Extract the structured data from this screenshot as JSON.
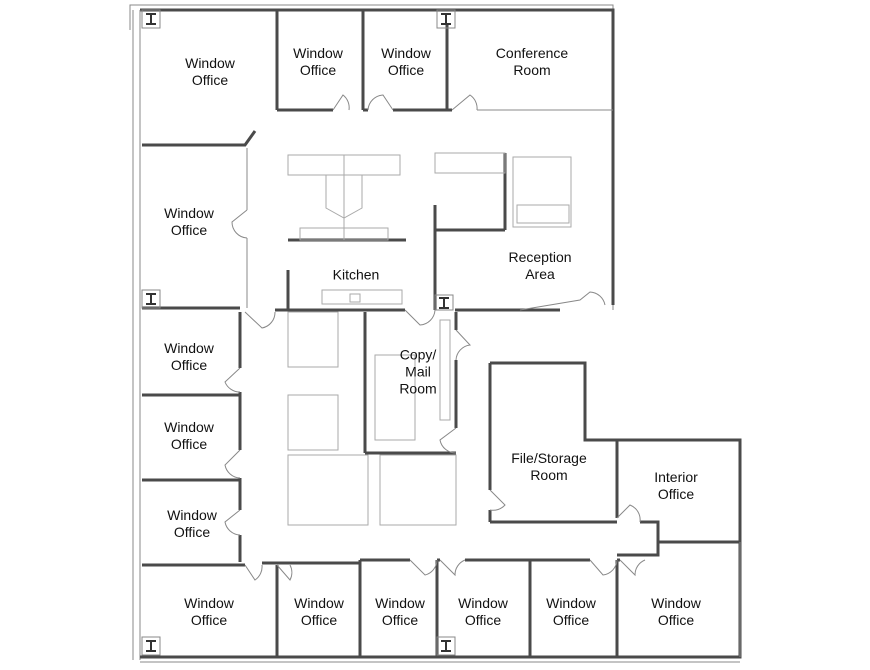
{
  "rooms": [
    {
      "id": "window-office-nw",
      "lines": [
        "Window",
        "Office"
      ]
    },
    {
      "id": "window-office-top-2",
      "lines": [
        "Window",
        "Office"
      ]
    },
    {
      "id": "window-office-top-3",
      "lines": [
        "Window",
        "Office"
      ]
    },
    {
      "id": "conference-room",
      "lines": [
        "Conference",
        "Room"
      ]
    },
    {
      "id": "window-office-west-1",
      "lines": [
        "Window",
        "Office"
      ]
    },
    {
      "id": "kitchen",
      "lines": [
        "Kitchen"
      ]
    },
    {
      "id": "reception-area",
      "lines": [
        "Reception",
        "Area"
      ]
    },
    {
      "id": "window-office-west-2",
      "lines": [
        "Window",
        "Office"
      ]
    },
    {
      "id": "copy-mail-room",
      "lines": [
        "Copy/",
        "Mail",
        "Room"
      ]
    },
    {
      "id": "window-office-west-3",
      "lines": [
        "Window",
        "Office"
      ]
    },
    {
      "id": "file-storage-room",
      "lines": [
        "File/Storage",
        "Room"
      ]
    },
    {
      "id": "interior-office",
      "lines": [
        "Interior",
        "Office"
      ]
    },
    {
      "id": "window-office-west-4",
      "lines": [
        "Window",
        "Office"
      ]
    },
    {
      "id": "window-office-bottom-1",
      "lines": [
        "Window",
        "Office"
      ]
    },
    {
      "id": "window-office-bottom-2",
      "lines": [
        "Window",
        "Office"
      ]
    },
    {
      "id": "window-office-bottom-3",
      "lines": [
        "Window",
        "Office"
      ]
    },
    {
      "id": "window-office-bottom-4",
      "lines": [
        "Window",
        "Office"
      ]
    },
    {
      "id": "window-office-bottom-5",
      "lines": [
        "Window",
        "Office"
      ]
    },
    {
      "id": "window-office-bottom-6",
      "lines": [
        "Window",
        "Office"
      ]
    }
  ],
  "column_marker": "I"
}
